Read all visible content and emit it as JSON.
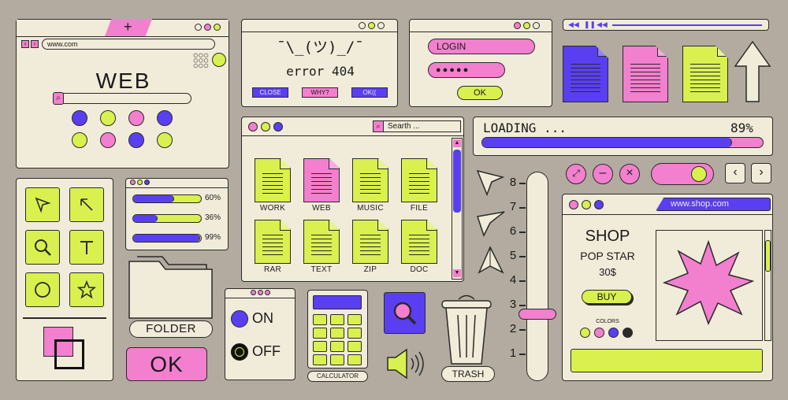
{
  "colors": {
    "background": "#b3ab9f",
    "pink": "#f37fcf",
    "lime": "#d9f04f",
    "blue": "#5a3ff2",
    "cream": "#f1ebd9",
    "outline": "#2a2a2a"
  },
  "browser": {
    "url": "www.com",
    "title": "WEB",
    "add_icon": "plus-icon"
  },
  "error_window": {
    "face": "¯\\_(ツ)_/¯",
    "message": "error 404",
    "buttons": [
      "CLOSE",
      "WHY?",
      "OK(("
    ]
  },
  "login_window": {
    "login_label": "LOGIN",
    "password_mask": "●●●●●",
    "ok_label": "OK"
  },
  "explorer": {
    "search_placeholder": "Searth ...",
    "files": [
      {
        "label": "WORK",
        "color": "lime"
      },
      {
        "label": "WEB",
        "color": "pink"
      },
      {
        "label": "MUSIC",
        "color": "lime"
      },
      {
        "label": "FILE",
        "color": "lime"
      },
      {
        "label": "RAR",
        "color": "lime"
      },
      {
        "label": "TEXT",
        "color": "lime"
      },
      {
        "label": "ZIP",
        "color": "lime"
      },
      {
        "label": "DOC",
        "color": "lime"
      }
    ]
  },
  "loading": {
    "label": "LOADING ...",
    "percent_text": "89%",
    "progress": 0.89
  },
  "progress_list": [
    {
      "value": 0.6,
      "text": "60%"
    },
    {
      "value": 0.36,
      "text": "36%"
    },
    {
      "value": 0.99,
      "text": "99%"
    }
  ],
  "folder_label": "FOLDER",
  "ok_button": "OK",
  "toggles": {
    "on_label": "ON",
    "off_label": "OFF"
  },
  "calculator_label": "CALCULATOR",
  "trash_label": "TRASH",
  "slider": {
    "ticks": [
      "8",
      "7",
      "6",
      "5",
      "4",
      "3",
      "2",
      "1"
    ],
    "value": 2.6
  },
  "shop": {
    "url": "www.shop.com",
    "title": "SHOP",
    "product": "POP STAR",
    "price": "30$",
    "buy_label": "BUY",
    "colors_label": "COLORS",
    "swatches": [
      "#d9f04f",
      "#f37fcf",
      "#5a3ff2",
      "#2a2a2a"
    ]
  }
}
